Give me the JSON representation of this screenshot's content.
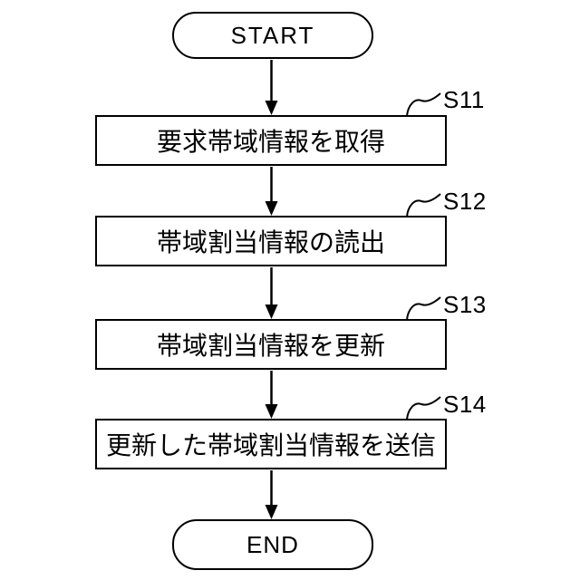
{
  "diagram": {
    "type": "flowchart",
    "start_label": "START",
    "end_label": "END",
    "steps": [
      {
        "id": "S11",
        "text": "要求帯域情報を取得"
      },
      {
        "id": "S12",
        "text": "帯域割当情報の読出"
      },
      {
        "id": "S13",
        "text": "帯域割当情報を更新"
      },
      {
        "id": "S14",
        "text": "更新した帯域割当情報を送信"
      }
    ],
    "flow": [
      "START",
      "S11",
      "S12",
      "S13",
      "S14",
      "END"
    ],
    "colors": {
      "stroke": "#000000",
      "background": "#ffffff",
      "shape_fill": "#ffffff"
    }
  }
}
